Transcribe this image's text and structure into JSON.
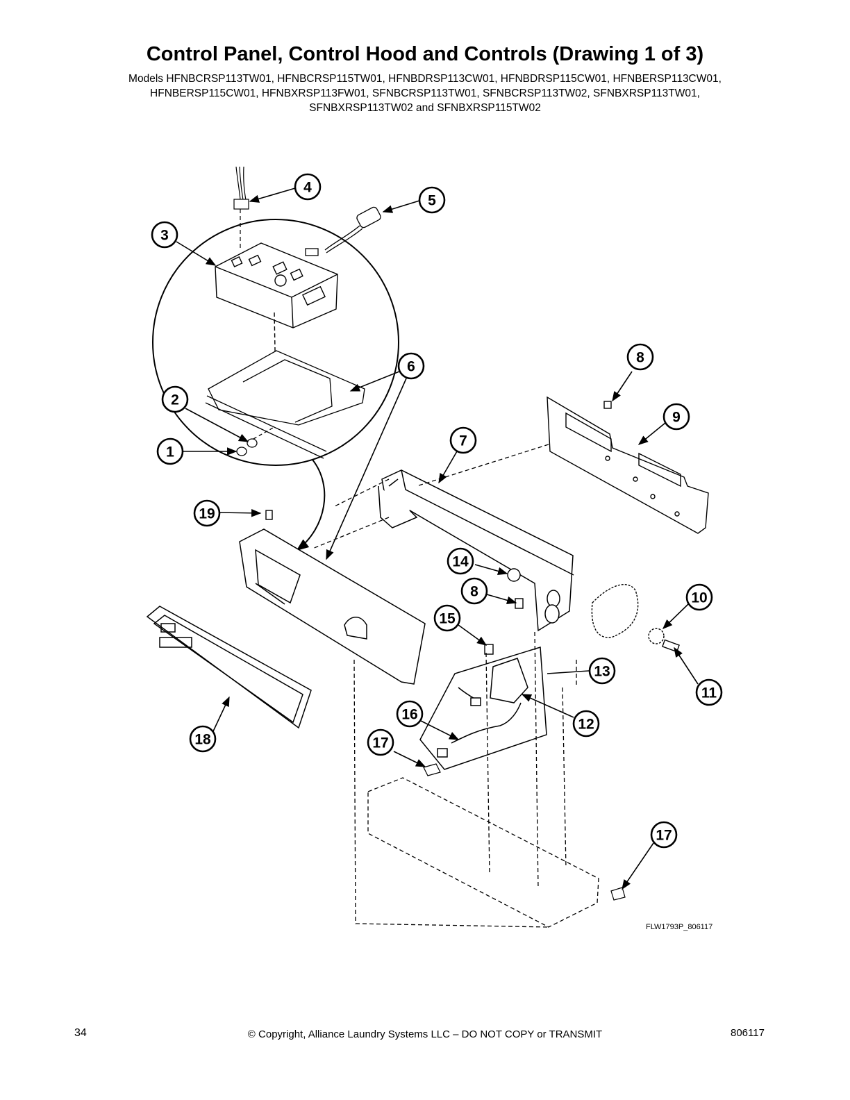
{
  "header": {
    "title": "Control Panel, Control Hood and Controls (Drawing 1 of 3)",
    "models_line_1": "Models HFNBCRSP113TW01, HFNBCRSP115TW01, HFNBDRSP113CW01, HFNBDRSP115CW01, HFNBERSP113CW01,",
    "models_line_2": "HFNBERSP115CW01, HFNBXRSP113FW01, SFNBCRSP113TW01, SFNBCRSP113TW02, SFNBXRSP113TW01,",
    "models_line_3": "SFNBXRSP113TW02 and SFNBXRSP115TW02"
  },
  "diagram": {
    "callouts": [
      "1",
      "2",
      "3",
      "4",
      "5",
      "6",
      "7",
      "8",
      "8",
      "9",
      "10",
      "11",
      "12",
      "13",
      "14",
      "15",
      "16",
      "17",
      "17",
      "18",
      "19"
    ],
    "drawing_code": "FLW1793P_806117"
  },
  "footer": {
    "page_number": "34",
    "copyright": "© Copyright, Alliance Laundry Systems LLC – DO NOT COPY or TRANSMIT",
    "document_number": "806117"
  }
}
